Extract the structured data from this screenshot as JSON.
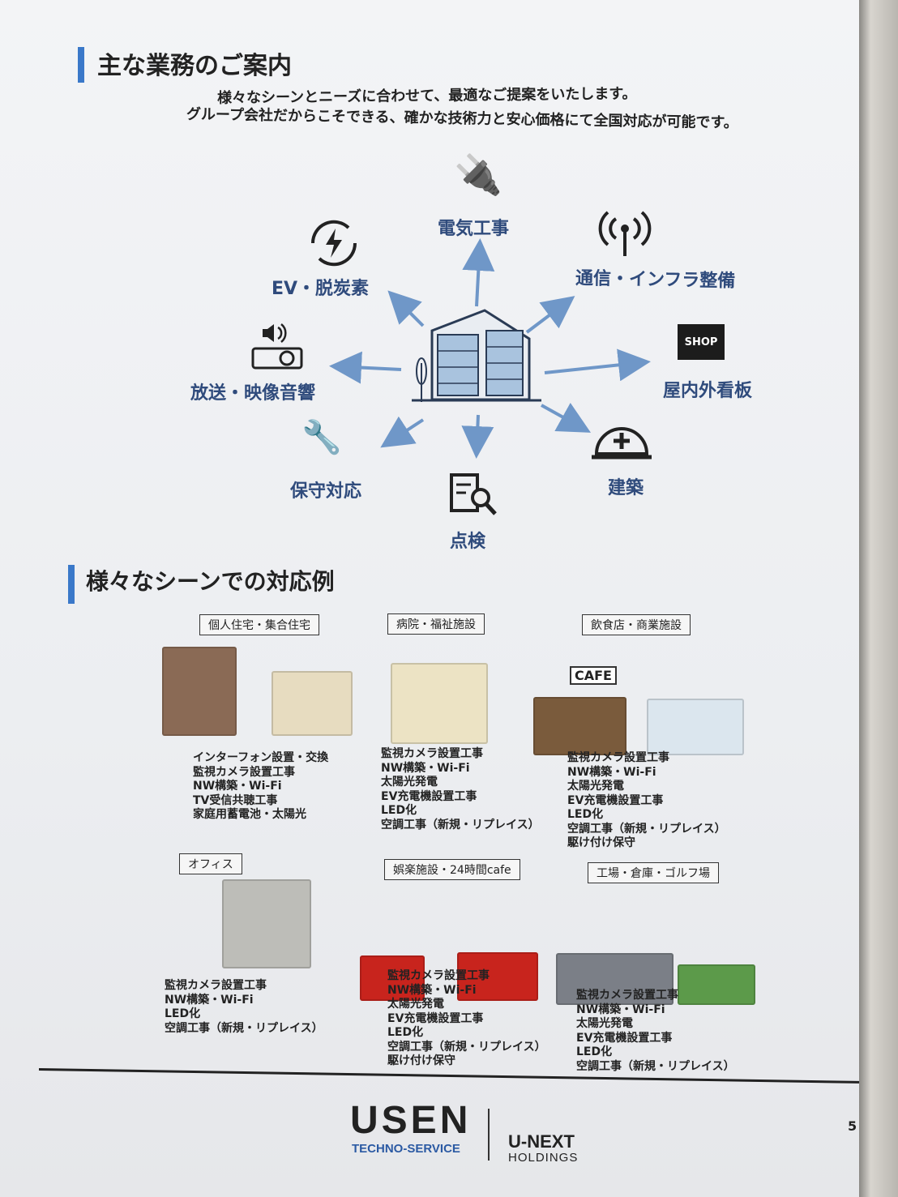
{
  "section1": {
    "title": "主な業務のご案内",
    "lead1": "様々なシーンとニーズに合わせて、最適なご提案をいたします。",
    "lead2": "グループ会社だからこそできる、確かな技術力と安心価格にて全国対応が可能です。"
  },
  "services": [
    {
      "label": "電気工事",
      "icon": "plug-icon"
    },
    {
      "label": "通信・インフラ整備",
      "icon": "antenna-icon"
    },
    {
      "label": "屋内外看板",
      "icon": "shop-sign-icon",
      "sign_text": "SHOP"
    },
    {
      "label": "建築",
      "icon": "helmet-icon"
    },
    {
      "label": "点検",
      "icon": "inspection-icon"
    },
    {
      "label": "保守対応",
      "icon": "tools-icon"
    },
    {
      "label": "放送・映像音響",
      "icon": "projector-icon"
    },
    {
      "label": "EV・脱炭素",
      "icon": "ev-charge-icon"
    }
  ],
  "section2": {
    "title": "様々なシーンでの対応例"
  },
  "scenes": [
    {
      "label": "個人住宅・集合住宅",
      "items": [
        "インターフォン設置・交換",
        "監視カメラ設置工事",
        "NW構築・Wi-Fi",
        "TV受信共聴工事",
        "家庭用蓄電池・太陽光"
      ]
    },
    {
      "label": "病院・福祉施設",
      "items": [
        "監視カメラ設置工事",
        "NW構築・Wi-Fi",
        "太陽光発電",
        "EV充電機設置工事",
        "LED化",
        "空調工事（新規・リプレイス）"
      ]
    },
    {
      "label": "飲食店・商業施設",
      "cafe_sign": "CAFE",
      "items": [
        "監視カメラ設置工事",
        "NW構築・Wi-Fi",
        "太陽光発電",
        "EV充電機設置工事",
        "LED化",
        "空調工事（新規・リプレイス）",
        "駆け付け保守"
      ]
    },
    {
      "label": "オフィス",
      "items": [
        "監視カメラ設置工事",
        "NW構築・Wi-Fi",
        "LED化",
        "空調工事（新規・リプレイス）"
      ]
    },
    {
      "label": "娯楽施設・24時間cafe",
      "items": [
        "監視カメラ設置工事",
        "NW構築・Wi-Fi",
        "太陽光発電",
        "EV充電機設置工事",
        "LED化",
        "空調工事（新規・リプレイス）",
        "駆け付け保守"
      ]
    },
    {
      "label": "工場・倉庫・ゴルフ場",
      "items": [
        "監視カメラ設置工事",
        "NW構築・Wi-Fi",
        "太陽光発電",
        "EV充電機設置工事",
        "LED化",
        "空調工事（新規・リプレイス）"
      ]
    }
  ],
  "footer": {
    "brand": "USEN",
    "brand_sub": "TECHNO-SERVICE",
    "group": "U-NEXT",
    "group_sub": "HOLDINGS",
    "page_number": "5"
  },
  "colors": {
    "accent": "#3a78c9",
    "service_text": "#2f4b7c",
    "arrow": "#6f97c8"
  }
}
